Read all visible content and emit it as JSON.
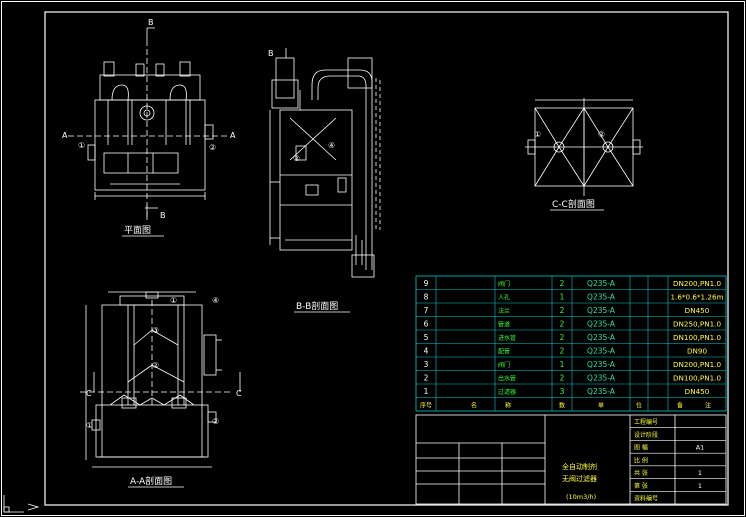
{
  "colors": {
    "background": "#000000",
    "frame": "#ffffff",
    "table_grid": "#00c8c8",
    "part_name": "#33ff33",
    "part_qty": "#33ff33",
    "part_material": "#33ddaa",
    "part_spec": "#ffff33",
    "title_text": "#ffff33",
    "title_value": "#ffffff",
    "view_label": "#ffffff",
    "callout": "#ffffff"
  },
  "views": {
    "plan_label": "平面图",
    "bb_label": "B-B剖面图",
    "cc_label": "C-C剖面图",
    "aa_label": "A-A剖面图",
    "section_marks": {
      "a": "A",
      "b": "B",
      "c": "C"
    },
    "callouts": {
      "c1": "①",
      "c2": "②",
      "c3": "③",
      "c4": "④"
    }
  },
  "parts_table": {
    "rows": [
      {
        "no": "9",
        "name": "阀门",
        "qty": "2",
        "material": "Q235-A",
        "spec": "DN200,PN1.0"
      },
      {
        "no": "8",
        "name": "人孔",
        "qty": "1",
        "material": "Q235-A",
        "spec": "1.6*0.6*1.26m"
      },
      {
        "no": "7",
        "name": "法兰",
        "qty": "2",
        "material": "Q235-A",
        "spec": "DN450"
      },
      {
        "no": "6",
        "name": "管道",
        "qty": "2",
        "material": "Q235-A",
        "spec": "DN250,PN1.0"
      },
      {
        "no": "5",
        "name": "进水管",
        "qty": "2",
        "material": "Q235-A",
        "spec": "DN100,PN1.0"
      },
      {
        "no": "4",
        "name": "配管",
        "qty": "2",
        "material": "Q235-A",
        "spec": "DN90"
      },
      {
        "no": "3",
        "name": "阀门",
        "qty": "1",
        "material": "Q235-A",
        "spec": "DN200,PN1.0"
      },
      {
        "no": "2",
        "name": "出水管",
        "qty": "2",
        "material": "Q235-A",
        "spec": "DN100,PN1.0"
      },
      {
        "no": "1",
        "name": "过滤器",
        "qty": "3",
        "material": "Q235-A",
        "spec": "DN450"
      }
    ],
    "header": {
      "no": "序号",
      "name_a": "名",
      "name_b": "称",
      "qty": "数",
      "material": "单",
      "unit_a": "位",
      "spec": "备",
      "spec_b": "注"
    }
  },
  "title_block": {
    "project_title_1": "全自动制剂",
    "project_title_2": "无阀过滤器",
    "project_subtitle": "(10m3/h)",
    "fields": [
      {
        "label": "工程编号",
        "value": ""
      },
      {
        "label": "设计阶段",
        "value": ""
      },
      {
        "label": "图 幅",
        "value": "A1"
      },
      {
        "label": "比 例",
        "value": ""
      },
      {
        "label": "共 张",
        "value": "1"
      },
      {
        "label": "第 张",
        "value": "1"
      },
      {
        "label": "资料编号",
        "value": ""
      }
    ]
  }
}
